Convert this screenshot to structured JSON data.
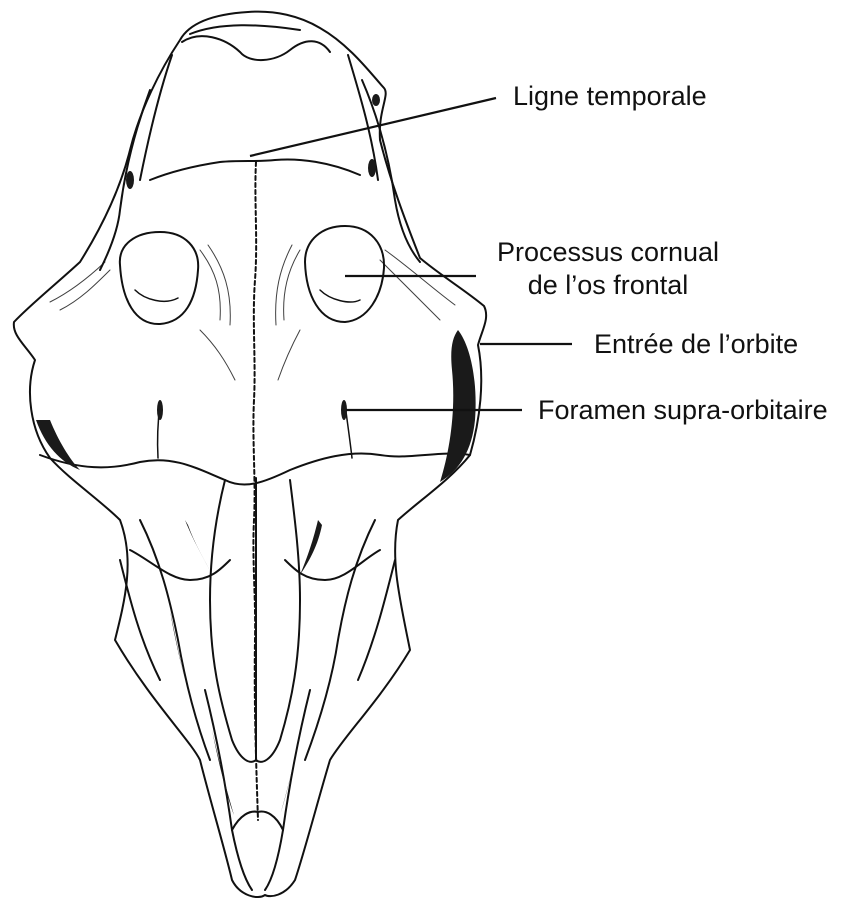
{
  "diagram": {
    "labels": {
      "ligne_temporale": "Ligne temporale",
      "processus_line1": "Processus cornual",
      "processus_line2": "de l’os frontal",
      "entree_orbite": "Entrée de l’orbite",
      "foramen": "Foramen supra-orbitaire"
    },
    "colors": {
      "ink": "#111111",
      "bone": "#ffffff",
      "shadow": "#1a1a1a"
    }
  }
}
